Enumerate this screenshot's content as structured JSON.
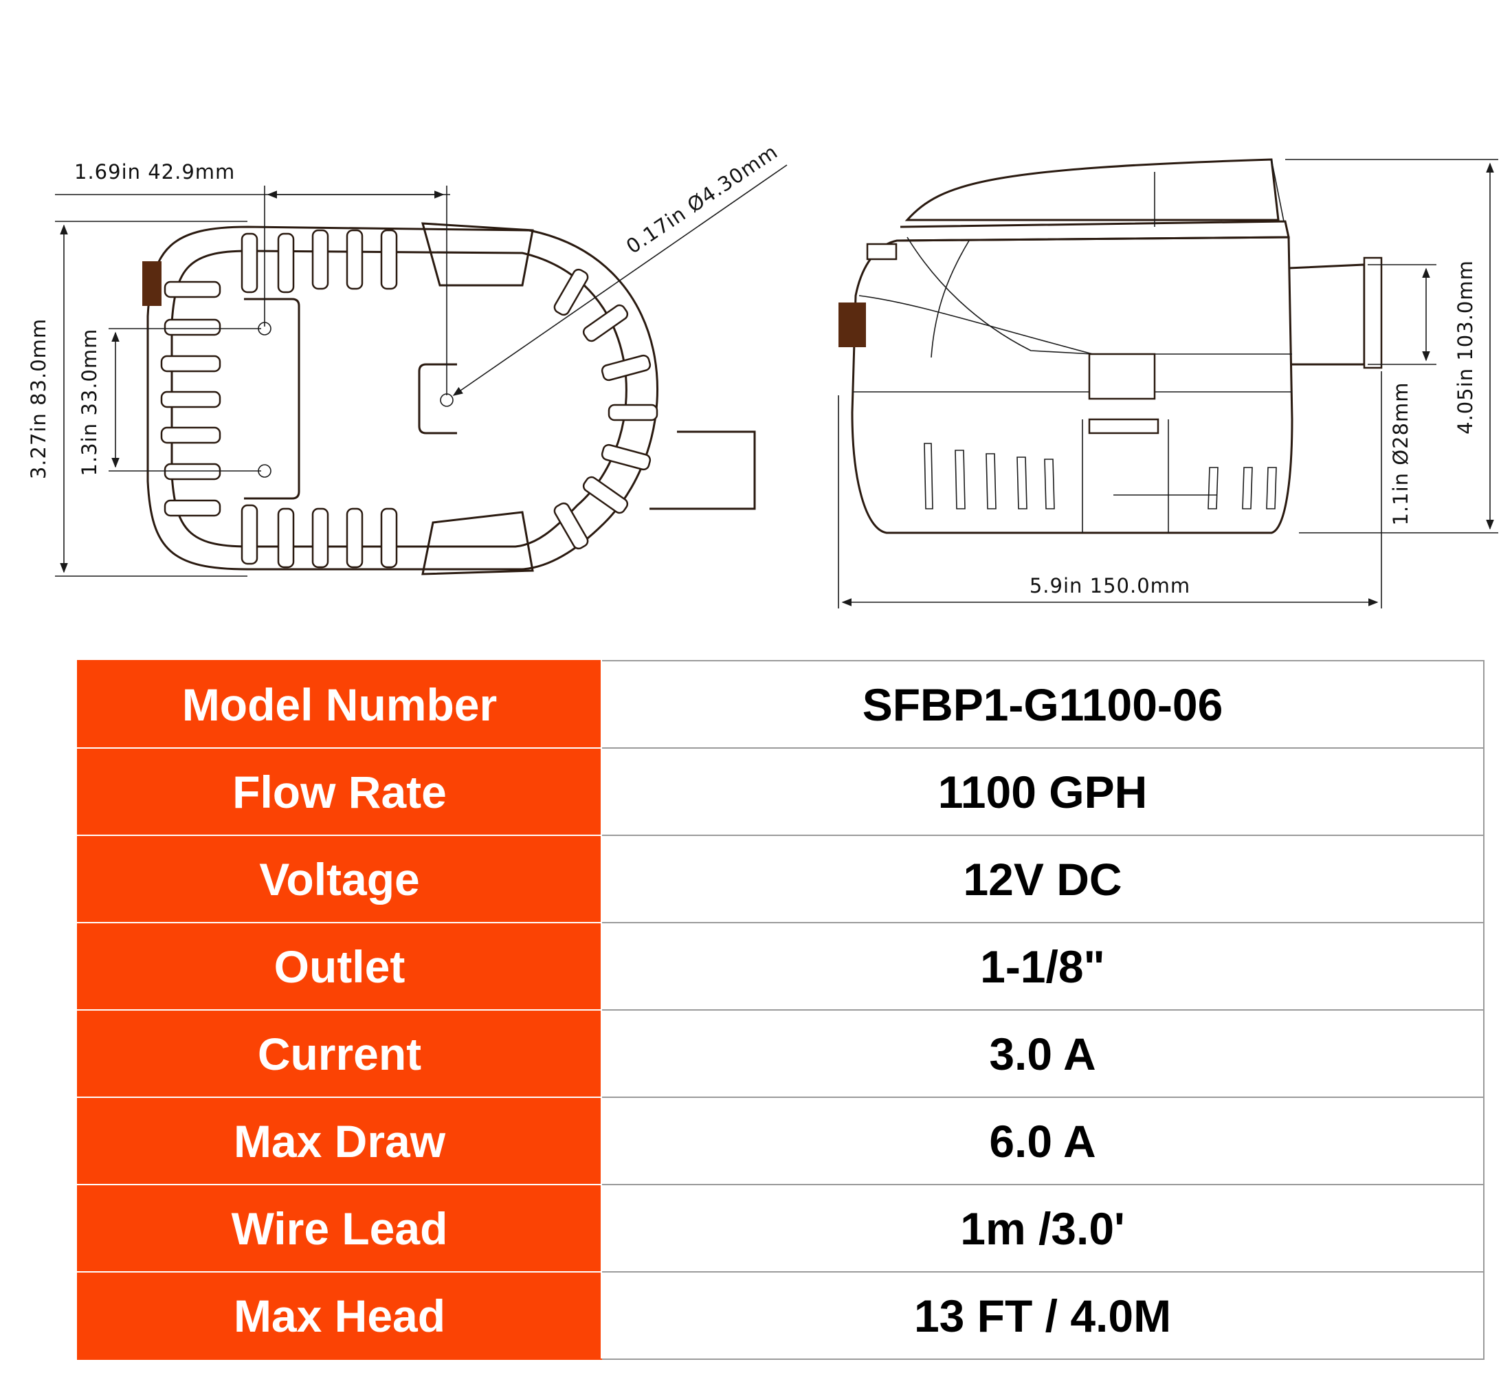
{
  "dimensions": {
    "bottom_width": "1.69in  42.9mm",
    "hole_diameter": "0.17in  Ø4.30mm",
    "length_height": "3.27in  83.0mm",
    "hole_spacing": "1.3in  33.0mm",
    "side_length": "5.9in  150.0mm",
    "outlet_diameter": "1.1in  Ø28mm",
    "side_height": "4.05in  103.0mm"
  },
  "colors": {
    "accent": "#fb4304",
    "line": "#1a1a1a"
  },
  "specs": [
    {
      "label": "Model Number",
      "value": "SFBP1-G1100-06"
    },
    {
      "label": "Flow Rate",
      "value": "1100 GPH"
    },
    {
      "label": "Voltage",
      "value": "12V DC"
    },
    {
      "label": "Outlet",
      "value": "1-1/8\""
    },
    {
      "label": "Current",
      "value": "3.0 A"
    },
    {
      "label": "Max Draw",
      "value": "6.0 A"
    },
    {
      "label": "Wire Lead",
      "value": "1m /3.0'"
    },
    {
      "label": "Max  Head",
      "value": "13 FT / 4.0M"
    }
  ]
}
